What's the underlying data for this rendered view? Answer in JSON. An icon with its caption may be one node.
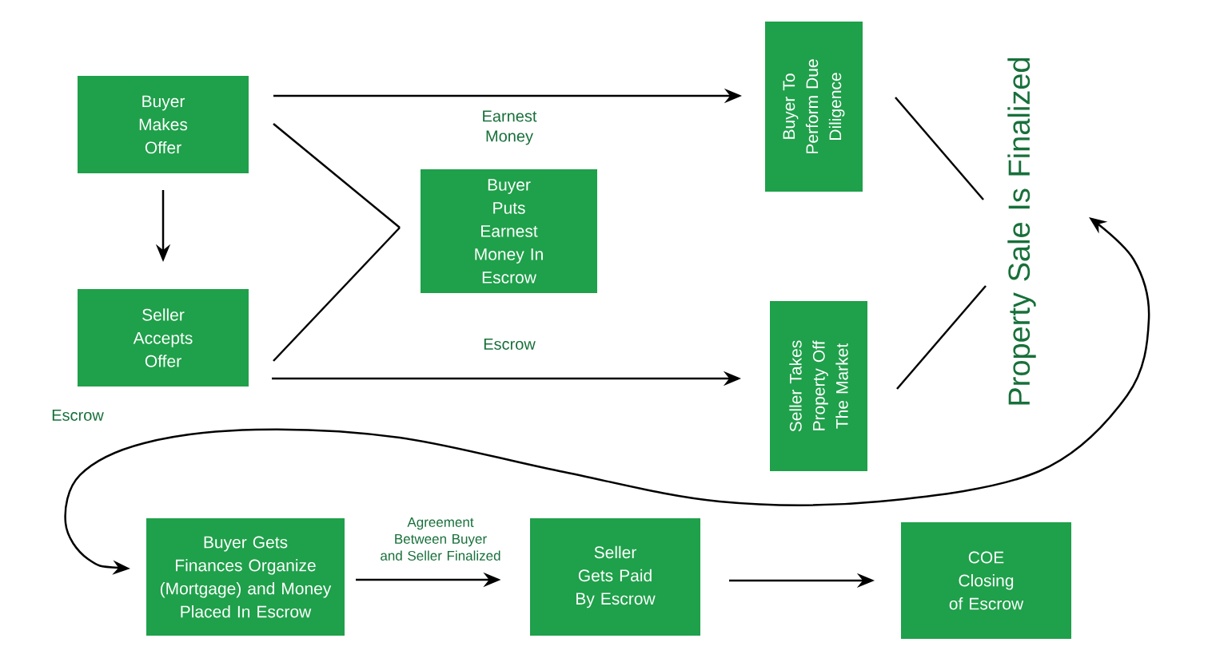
{
  "diagram": {
    "nodes": [
      {
        "text": [
          "Buyer Makes Offer"
        ]
      },
      {
        "text": [
          "Seller Accepts Offer"
        ]
      },
      {
        "text": [
          "Buyer Puts Earnest Money In Escrow"
        ]
      },
      {
        "text": [
          "Buyer To Perform Due Diligence"
        ]
      },
      {
        "text": [
          "Seller Takes Property Off The Market"
        ]
      },
      {
        "text": [
          "Property Sale Is Finalized"
        ]
      },
      {
        "text": [
          "Buyer Gets Finances Organize (Mortgage) and Money Placed In Escrow"
        ]
      },
      {
        "text": [
          "Seller Gets Paid By Escrow"
        ]
      },
      {
        "text": [
          "COE Closing of Escrow"
        ]
      }
    ],
    "edges": [
      {
        "from": 0,
        "to": 3,
        "arrow": "to",
        "label": "Earnest Money"
      },
      {
        "from": 0,
        "to": 1,
        "arrow": "to"
      },
      {
        "from": 0,
        "to": 2,
        "arrow": "none"
      },
      {
        "from": 1,
        "to": 2,
        "arrow": "none"
      },
      {
        "from": 1,
        "to": 4,
        "arrow": "to",
        "label": "Escrow"
      },
      {
        "from": 3,
        "to": 5,
        "arrow": "none"
      },
      {
        "from": 4,
        "to": 5,
        "arrow": "none"
      },
      {
        "from": 6,
        "to": 5,
        "arrow": "both",
        "label": "Escrow"
      },
      {
        "from": 6,
        "to": 7,
        "arrow": "to",
        "label": "Agreement Between Buyer and Seller Finalized"
      },
      {
        "from": 7,
        "to": 8,
        "arrow": "to"
      }
    ]
  }
}
